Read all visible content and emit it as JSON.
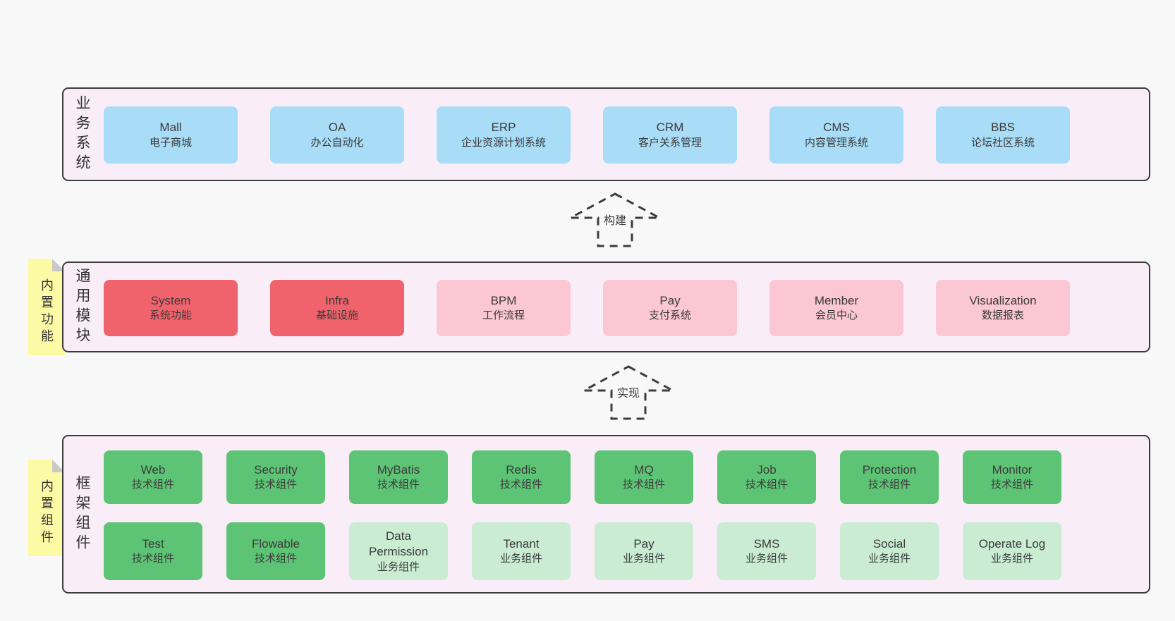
{
  "colors": {
    "page_bg": "#f8f8f8",
    "band_bg": "#f9eef7",
    "band_border": "#3c3c3c",
    "blue_box": "#a9dcf7",
    "red_box": "#f1636c",
    "pink_box": "#fbc7d2",
    "green_box": "#5ec475",
    "light_green_box": "#c9ecd3",
    "sticky_yellow": "#fcfaa5",
    "sticky_fold": "#c9c9c9",
    "text": "#3b3b3b"
  },
  "arrows": [
    {
      "label": "构建"
    },
    {
      "label": "实现"
    }
  ],
  "bands": [
    {
      "label": "业务系统",
      "boxes": [
        {
          "en": "Mall",
          "zh": "电子商城"
        },
        {
          "en": "OA",
          "zh": "办公自动化"
        },
        {
          "en": "ERP",
          "zh": "企业资源计划系统"
        },
        {
          "en": "CRM",
          "zh": "客户关系管理"
        },
        {
          "en": "CMS",
          "zh": "内容管理系统"
        },
        {
          "en": "BBS",
          "zh": "论坛社区系统"
        }
      ]
    },
    {
      "label": "通用模块",
      "sticky": "内置功能",
      "boxes": [
        {
          "en": "System",
          "zh": "系统功能"
        },
        {
          "en": "Infra",
          "zh": "基础设施"
        },
        {
          "en": "BPM",
          "zh": "工作流程"
        },
        {
          "en": "Pay",
          "zh": "支付系统"
        },
        {
          "en": "Member",
          "zh": "会员中心"
        },
        {
          "en": "Visualization",
          "zh": "数据报表"
        }
      ]
    },
    {
      "label": "框架组件",
      "sticky": "内置组件",
      "rows": [
        [
          {
            "en": "Web",
            "zh": "技术组件"
          },
          {
            "en": "Security",
            "zh": "技术组件"
          },
          {
            "en": "MyBatis",
            "zh": "技术组件"
          },
          {
            "en": "Redis",
            "zh": "技术组件"
          },
          {
            "en": "MQ",
            "zh": "技术组件"
          },
          {
            "en": "Job",
            "zh": "技术组件"
          },
          {
            "en": "Protection",
            "zh": "技术组件"
          },
          {
            "en": "Monitor",
            "zh": "技术组件"
          }
        ],
        [
          {
            "en": "Test",
            "zh": "技术组件"
          },
          {
            "en": "Flowable",
            "zh": "技术组件"
          },
          {
            "en": "Data Permission",
            "zh": "业务组件"
          },
          {
            "en": "Tenant",
            "zh": "业务组件"
          },
          {
            "en": "Pay",
            "zh": "业务组件"
          },
          {
            "en": "SMS",
            "zh": "业务组件"
          },
          {
            "en": "Social",
            "zh": "业务组件"
          },
          {
            "en": "Operate Log",
            "zh": "业务组件"
          }
        ]
      ]
    }
  ]
}
